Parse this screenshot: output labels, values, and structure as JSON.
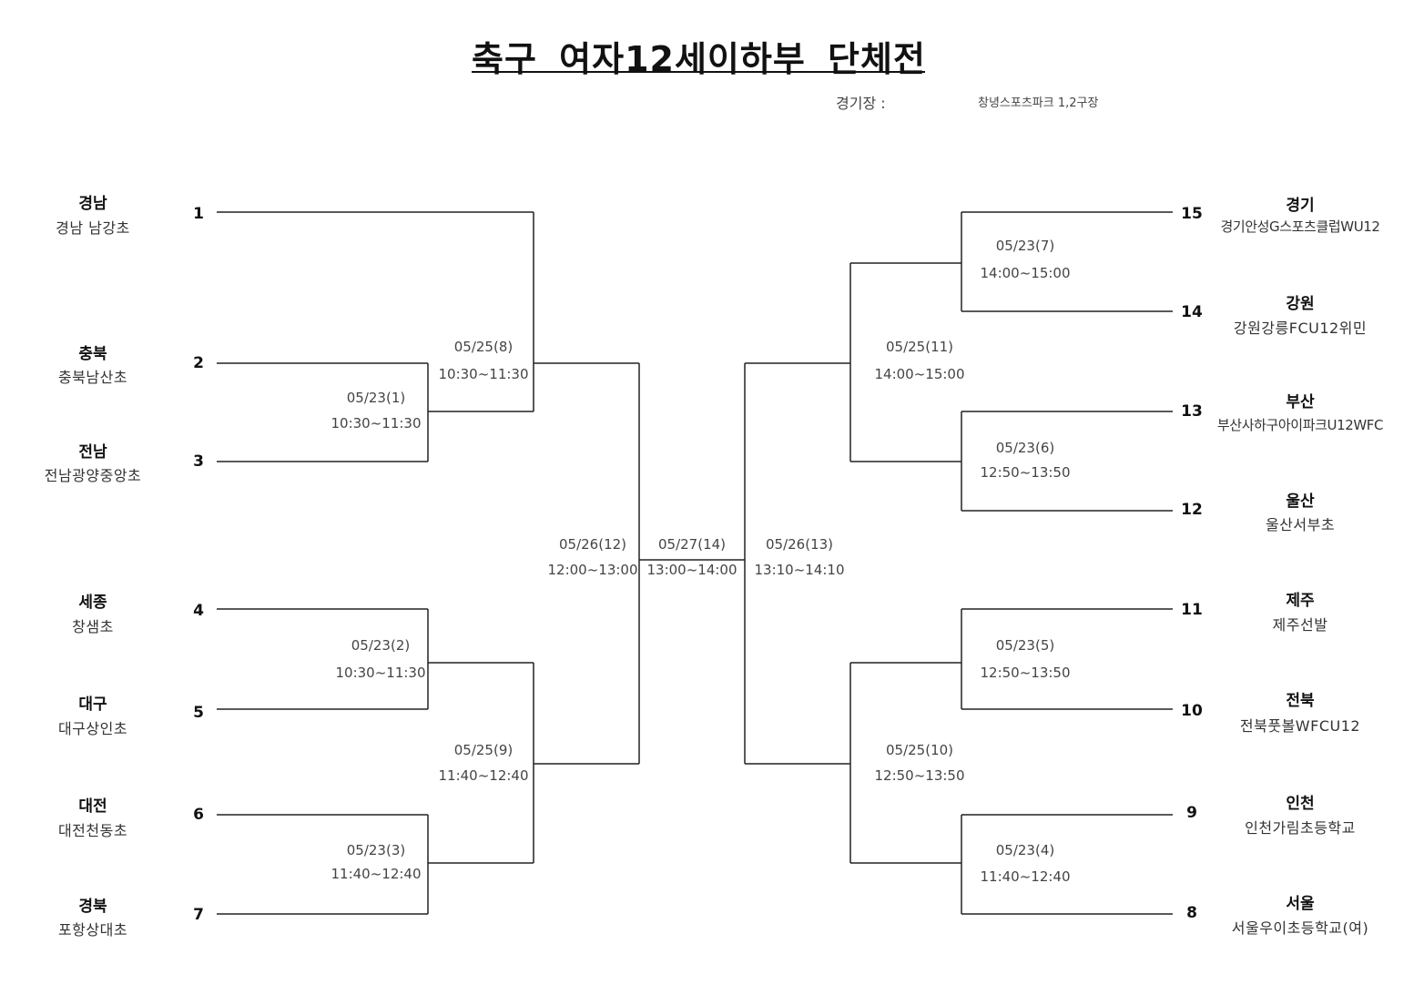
{
  "header": {
    "title": "축구 여자12세이하부 단체전",
    "venue_label": "경기장 :",
    "venue_value": "창녕스포츠파크 1,2구장"
  },
  "teams": [
    {
      "seed": "1",
      "region": "경남",
      "school": "경남 남강초"
    },
    {
      "seed": "2",
      "region": "충북",
      "school": "충북남산초"
    },
    {
      "seed": "3",
      "region": "전남",
      "school": "전남광양중앙초"
    },
    {
      "seed": "4",
      "region": "세종",
      "school": "창샘초"
    },
    {
      "seed": "5",
      "region": "대구",
      "school": "대구상인초"
    },
    {
      "seed": "6",
      "region": "대전",
      "school": "대전천동초"
    },
    {
      "seed": "7",
      "region": "경북",
      "school": "포항상대초"
    },
    {
      "seed": "15",
      "region": "경기",
      "school": "경기안성G스포츠클럽WU12"
    },
    {
      "seed": "14",
      "region": "강원",
      "school": "강원강릉FCU12위민"
    },
    {
      "seed": "13",
      "region": "부산",
      "school": "부산사하구아이파크U12WFC"
    },
    {
      "seed": "12",
      "region": "울산",
      "school": "울산서부초"
    },
    {
      "seed": "11",
      "region": "제주",
      "school": "제주선발"
    },
    {
      "seed": "10",
      "region": "전북",
      "school": "전북풋볼WFCU12"
    },
    {
      "seed": "9",
      "region": "인천",
      "school": "인천가림초등학교"
    },
    {
      "seed": "8",
      "region": "서울",
      "school": "서울우이초등학교(여)"
    }
  ],
  "matches": [
    {
      "date": "05/23(1)",
      "time": "10:30~11:30"
    },
    {
      "date": "05/23(2)",
      "time": "10:30~11:30"
    },
    {
      "date": "05/23(3)",
      "time": "11:40~12:40"
    },
    {
      "date": "05/25(8)",
      "time": "10:30~11:30"
    },
    {
      "date": "05/25(9)",
      "time": "11:40~12:40"
    },
    {
      "date": "05/26(12)",
      "time": "12:00~13:00"
    },
    {
      "date": "05/27(14)",
      "time": "13:00~14:00"
    },
    {
      "date": "05/26(13)",
      "time": "13:10~14:10"
    },
    {
      "date": "05/23(7)",
      "time": "14:00~15:00"
    },
    {
      "date": "05/23(6)",
      "time": "12:50~13:50"
    },
    {
      "date": "05/23(5)",
      "time": "12:50~13:50"
    },
    {
      "date": "05/23(4)",
      "time": "11:40~12:40"
    },
    {
      "date": "05/25(11)",
      "time": "14:00~15:00"
    },
    {
      "date": "05/25(10)",
      "time": "12:50~13:50"
    }
  ]
}
